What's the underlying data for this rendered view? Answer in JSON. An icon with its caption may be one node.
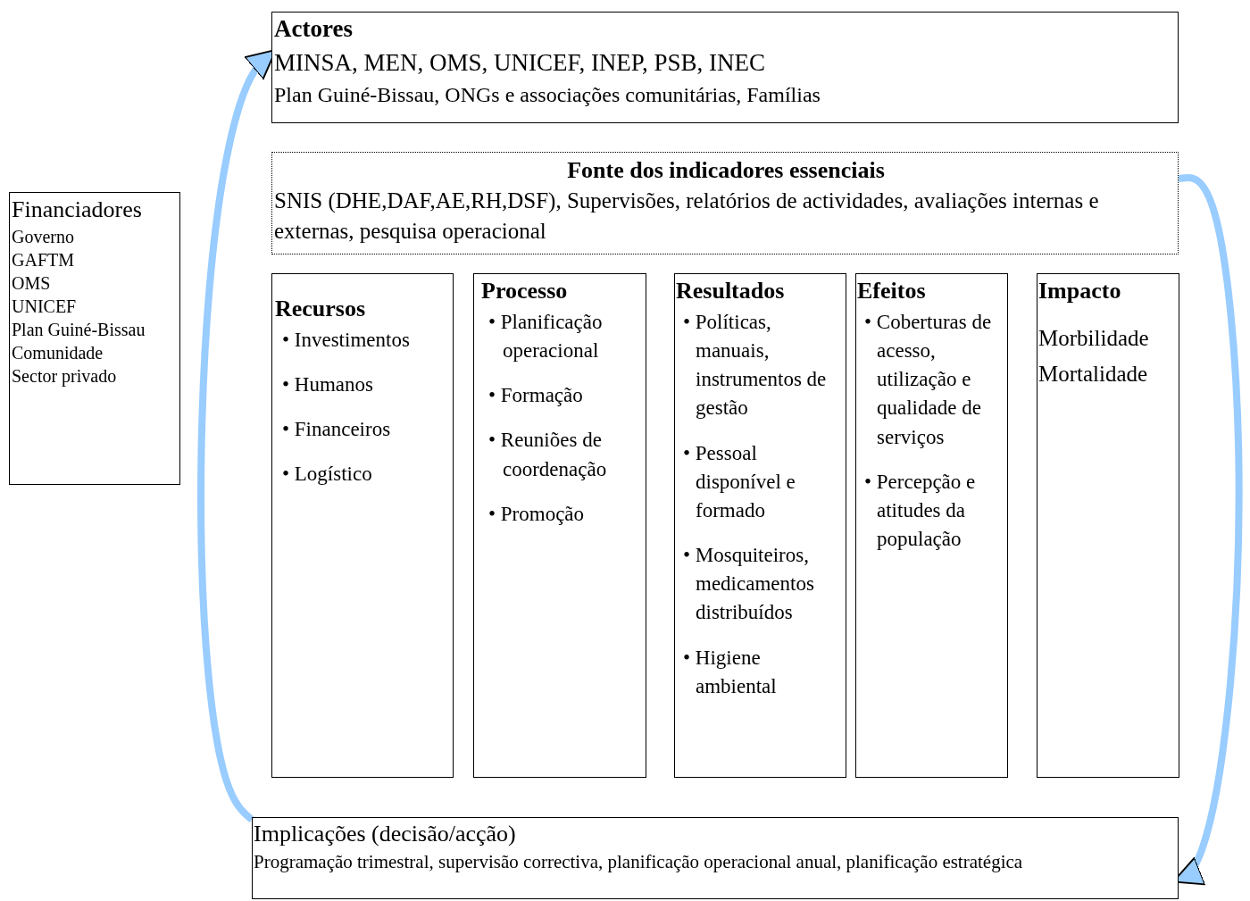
{
  "diagram": {
    "nodes": [
      {
        "text": [
          "Actores",
          "MINSA, MEN, OMS, UNICEF, INEP, PSB, INEC",
          "Plan Guiné-Bissau, ONGs e associações comunitárias, Famílias"
        ]
      },
      {
        "text": [
          "Financiadores",
          "Governo",
          "GAFTM",
          "OMS",
          "UNICEF",
          "Plan Guiné-Bissau",
          "Comunidade",
          "Sector privado"
        ]
      },
      {
        "text": [
          "Fonte dos indicadores essenciais",
          "SNIS (DHE,DAF,AE,RH,DSF), Supervisões, relatórios de actividades, avaliações internas e externas, pesquisa operacional"
        ]
      },
      {
        "text": [
          "Recursos",
          "• Investimentos",
          "• Humanos",
          "• Financeiros",
          "• Logístico"
        ]
      },
      {
        "text": [
          "Processo",
          "• Planificação operacional",
          "• Formação",
          "• Reuniões de coordenação",
          "• Promoção"
        ]
      },
      {
        "text": [
          "Resultados",
          "• Políticas, manuais, instrumentos de gestão",
          "• Pessoal disponível e formado",
          "• Mosquiteiros, medicamentos distribuídos",
          "• Higiene ambiental"
        ]
      },
      {
        "text": [
          "Efeitos",
          "• Coberturas de acesso, utilização e qualidade de serviços",
          "• Percepção e atitudes da população"
        ]
      },
      {
        "text": [
          "Impacto",
          "Morbilidade",
          "Mortalidade"
        ]
      },
      {
        "text": [
          "Implicações (decisão/acção)",
          "Programação trimestral, supervisão correctiva, planificação operacional anual, planificação estratégica"
        ]
      }
    ],
    "edges": [
      {
        "from": 8,
        "to": 0,
        "arrow": "to"
      },
      {
        "from": 2,
        "to": 8,
        "arrow": "to"
      }
    ]
  }
}
